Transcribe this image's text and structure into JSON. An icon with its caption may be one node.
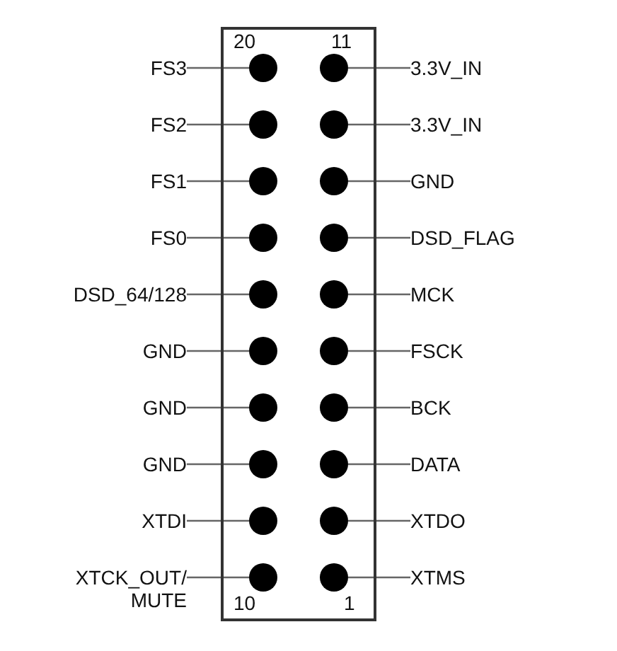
{
  "diagram": {
    "nodes": [
      {
        "text": [],
        "shape": "box"
      },
      {
        "text": [
          "FS3"
        ]
      },
      {
        "text": [],
        "shape": "circle",
        "in": 0
      },
      {
        "text": [],
        "shape": "circle",
        "in": 0
      },
      {
        "text": [
          "3.3V_IN"
        ]
      },
      {
        "text": [
          "FS2"
        ]
      },
      {
        "text": [],
        "shape": "circle",
        "in": 0
      },
      {
        "text": [],
        "shape": "circle",
        "in": 0
      },
      {
        "text": [
          "3.3V_IN"
        ]
      },
      {
        "text": [
          "FS1"
        ]
      },
      {
        "text": [],
        "shape": "circle",
        "in": 0
      },
      {
        "text": [],
        "shape": "circle",
        "in": 0
      },
      {
        "text": [
          "GND"
        ]
      },
      {
        "text": [
          "FS0"
        ]
      },
      {
        "text": [],
        "shape": "circle",
        "in": 0
      },
      {
        "text": [],
        "shape": "circle",
        "in": 0
      },
      {
        "text": [
          "DSD_FLAG"
        ]
      },
      {
        "text": [
          "DSD_64/128"
        ]
      },
      {
        "text": [],
        "shape": "circle",
        "in": 0
      },
      {
        "text": [],
        "shape": "circle",
        "in": 0
      },
      {
        "text": [
          "MCK"
        ]
      },
      {
        "text": [
          "GND"
        ]
      },
      {
        "text": [],
        "shape": "circle",
        "in": 0
      },
      {
        "text": [],
        "shape": "circle",
        "in": 0
      },
      {
        "text": [
          "FSCK"
        ]
      },
      {
        "text": [
          "GND"
        ]
      },
      {
        "text": [],
        "shape": "circle",
        "in": 0
      },
      {
        "text": [],
        "shape": "circle",
        "in": 0
      },
      {
        "text": [
          "BCK"
        ]
      },
      {
        "text": [
          "GND"
        ]
      },
      {
        "text": [],
        "shape": "circle",
        "in": 0
      },
      {
        "text": [],
        "shape": "circle",
        "in": 0
      },
      {
        "text": [
          "DATA"
        ]
      },
      {
        "text": [
          "XTDI"
        ]
      },
      {
        "text": [],
        "shape": "circle",
        "in": 0
      },
      {
        "text": [],
        "shape": "circle",
        "in": 0
      },
      {
        "text": [
          "XTDO"
        ]
      },
      {
        "text": [
          "XTCK_OUT/ MUTE"
        ]
      },
      {
        "text": [],
        "shape": "circle",
        "in": 0
      },
      {
        "text": [],
        "shape": "circle",
        "in": 0
      },
      {
        "text": [
          "XTMS"
        ]
      }
    ],
    "edges": [
      {
        "from": 1,
        "to": 2,
        "arrow": "none"
      },
      {
        "from": 4,
        "to": 3,
        "arrow": "none"
      },
      {
        "from": 5,
        "to": 6,
        "arrow": "none"
      },
      {
        "from": 8,
        "to": 7,
        "arrow": "none"
      },
      {
        "from": 9,
        "to": 10,
        "arrow": "none"
      },
      {
        "from": 12,
        "to": 11,
        "arrow": "none"
      },
      {
        "from": 13,
        "to": 14,
        "arrow": "none"
      },
      {
        "from": 16,
        "to": 15,
        "arrow": "none"
      },
      {
        "from": 17,
        "to": 18,
        "arrow": "none"
      },
      {
        "from": 20,
        "to": 19,
        "arrow": "none"
      },
      {
        "from": 21,
        "to": 22,
        "arrow": "none"
      },
      {
        "from": 24,
        "to": 23,
        "arrow": "none"
      },
      {
        "from": 25,
        "to": 26,
        "arrow": "none"
      },
      {
        "from": 28,
        "to": 27,
        "arrow": "none"
      },
      {
        "from": 29,
        "to": 30,
        "arrow": "none"
      },
      {
        "from": 32,
        "to": 31,
        "arrow": "none"
      },
      {
        "from": 33,
        "to": 34,
        "arrow": "none"
      },
      {
        "from": 36,
        "to": 35,
        "arrow": "none"
      },
      {
        "from": 37,
        "to": 38,
        "arrow": "none"
      },
      {
        "from": 40,
        "to": 39,
        "arrow": "none"
      }
    ],
    "labels": [
      "20",
      "11",
      "10",
      "1"
    ]
  }
}
